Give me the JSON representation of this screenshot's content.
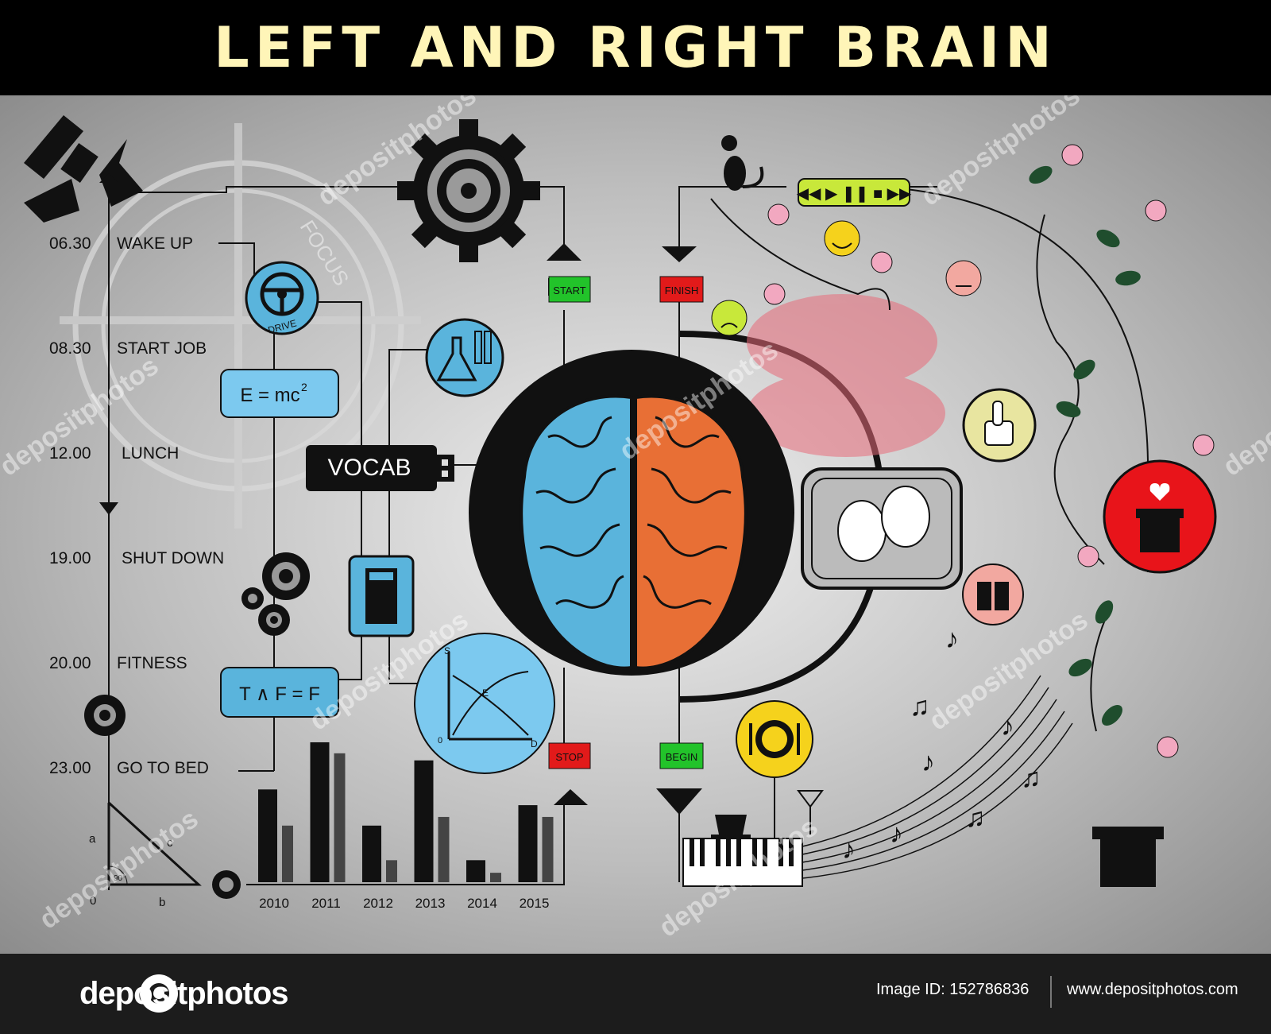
{
  "header": {
    "title": "LEFT AND RIGHT BRAIN FUNCTIONS"
  },
  "schedule": [
    {
      "time": "06.30",
      "activity": "WAKE UP"
    },
    {
      "time": "08.30",
      "activity": "START JOB"
    },
    {
      "time": "12.00",
      "activity": "LUNCH"
    },
    {
      "time": "19.00",
      "activity": "SHUT DOWN"
    },
    {
      "time": "20.00",
      "activity": "FITNESS"
    },
    {
      "time": "23.00",
      "activity": "GO TO BED"
    }
  ],
  "labels": {
    "focus": "FOCUS",
    "drive": "DRIVE",
    "formula": "E = mc",
    "formula_sup": "2",
    "logic": "T ∧ F = F",
    "vocab": "VOCAB",
    "start": "START",
    "finish": "FINISH",
    "stop": "STOP",
    "begin": "BEGIN"
  },
  "graph": {
    "s": "S",
    "e": "E",
    "d": "D",
    "zero": "0"
  },
  "triangle": {
    "a": "a",
    "b": "b",
    "c": "c",
    "angle": "90°",
    "origin": "0"
  },
  "chart_data": {
    "type": "bar",
    "categories": [
      "2010",
      "2011",
      "2012",
      "2013",
      "2014",
      "2015"
    ],
    "series": [
      {
        "values": [
          118,
          178,
          72,
          155,
          28,
          98
        ]
      },
      {
        "values": [
          72,
          164,
          28,
          83,
          12,
          83
        ]
      }
    ],
    "ylim": [
      0,
      180
    ]
  },
  "watermark": {
    "text": "depositphotos"
  },
  "footer": {
    "brand": "depositphotos",
    "image_id": "Image ID: 152786836",
    "url": "www.depositphotos.com"
  },
  "colors": {
    "left_brain": "#5ab4dc",
    "right_brain": "#e86f35",
    "start_green": "#22c32a",
    "stop_red": "#e21a1a",
    "title_yellow": "#fff5b8",
    "box_blue": "#7cc9ef"
  }
}
